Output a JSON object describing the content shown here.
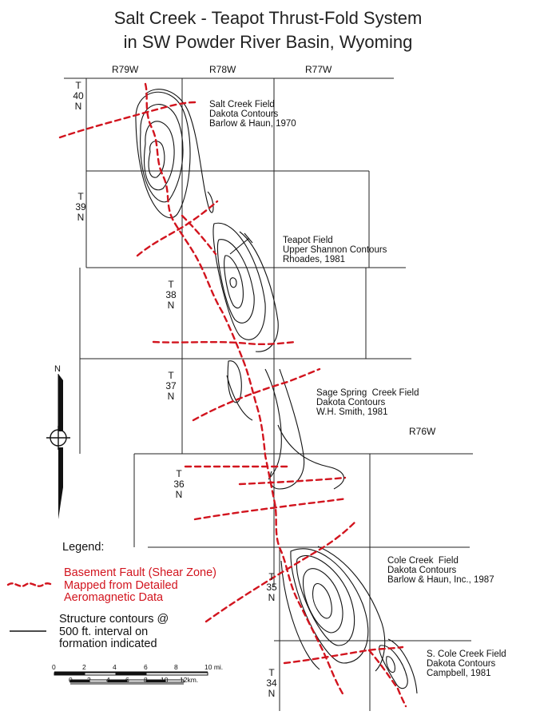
{
  "title": {
    "line1": "Salt Creek - Teapot Thrust-Fold System",
    "line2": "in SW Powder River Basin, Wyoming"
  },
  "ranges": [
    "R79W",
    "R78W",
    "R77W",
    "R76W"
  ],
  "townships": [
    {
      "t": "T",
      "num": "40",
      "n": "N"
    },
    {
      "t": "T",
      "num": "39",
      "n": "N"
    },
    {
      "t": "T",
      "num": "38",
      "n": "N"
    },
    {
      "t": "T",
      "num": "37",
      "n": "N"
    },
    {
      "t": "T",
      "num": "36",
      "n": "N"
    },
    {
      "t": "T",
      "num": "35",
      "n": "N"
    },
    {
      "t": "T",
      "num": "34",
      "n": "N"
    }
  ],
  "fields": [
    {
      "name": "Salt Creek Field",
      "horizon": "Dakota Contours",
      "source": "Barlow & Haun, 1970"
    },
    {
      "name": "Teapot Field",
      "horizon": "Upper Shannon Contours",
      "source": "Rhoades, 1981"
    },
    {
      "name": "Sage Spring  Creek Field",
      "horizon": "Dakota Contours",
      "source": "W.H. Smith, 1981"
    },
    {
      "name": "Cole Creek  Field",
      "horizon": "Dakota Contours",
      "source": "Barlow & Haun, Inc., 1987"
    },
    {
      "name": "S. Cole Creek Field",
      "horizon": "Dakota Contours",
      "source": "Campbell, 1981"
    }
  ],
  "north_arrow": {
    "label": "N"
  },
  "legend": {
    "heading": "Legend:",
    "fault": {
      "line1": "Basement Fault (Shear Zone)",
      "line2": "Mapped from Detailed",
      "line3": "Aeromagnetic Data",
      "color": "#d2141e"
    },
    "contour": {
      "line1": "Structure contours @",
      "line2": "500 ft. interval on",
      "line3": "formation indicated"
    }
  },
  "scale_bar": {
    "miles": [
      "0",
      "2",
      "4",
      "6",
      "8",
      "10 mi."
    ],
    "km": [
      "0",
      "2",
      "4",
      "6",
      "8",
      "10",
      "12km."
    ]
  }
}
